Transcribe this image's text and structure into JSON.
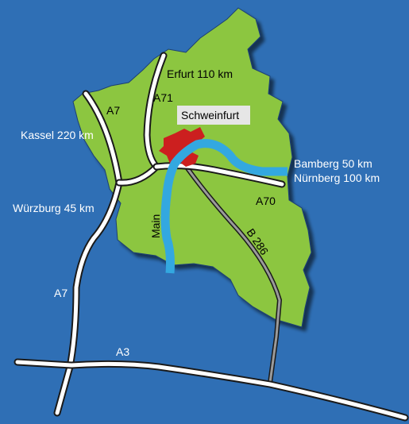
{
  "colors": {
    "sea": "#2f6fb5",
    "district": "#8cc63f",
    "district_edge": "#1d3f73",
    "river": "#33a8e0",
    "city": "#cc1f1f",
    "road": "#ffffff",
    "road_outline": "#1a1a1a",
    "bundesstrasse": "#9a9a9a",
    "label_box": "#e6e6e6"
  },
  "city": {
    "label": "Schweinfurt"
  },
  "river": {
    "label": "Main"
  },
  "roads": {
    "a7_north": "A7",
    "a7_south": "A7",
    "a71": "A71",
    "a70": "A70",
    "a3": "A3",
    "b286": "B 286"
  },
  "destinations": {
    "erfurt": "Erfurt 110 km",
    "kassel": "Kassel 220 km",
    "wuerzburg": "Würzburg 45 km",
    "bamberg": "Bamberg 50 km",
    "nuernberg": "Nürnberg 100 km"
  }
}
